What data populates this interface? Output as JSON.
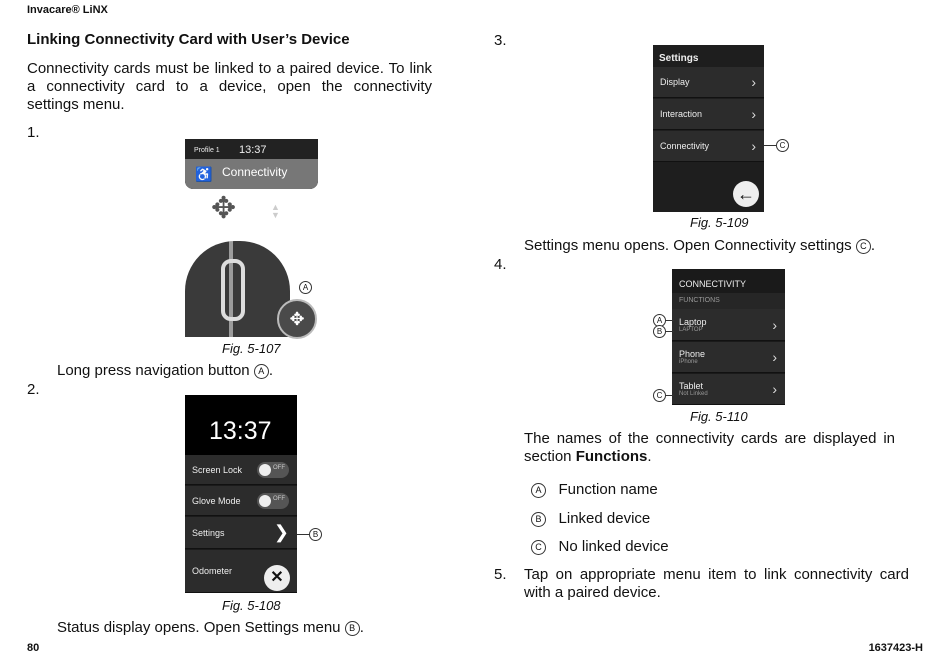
{
  "header": {
    "brand": "Invacare® LiNX"
  },
  "footer": {
    "page": "80",
    "doc_id": "1637423-H"
  },
  "section": {
    "title": "Linking Connectivity Card with User’s Device",
    "intro": "Connectivity cards must be linked to a paired device. To link a connectivity card to a device, open the connectivity settings menu."
  },
  "steps": [
    {
      "num": "1.",
      "caption": "Fig. 5-107",
      "text_before": "Long press navigation button ",
      "marker": "A",
      "text_after": "."
    },
    {
      "num": "2.",
      "caption": "Fig. 5-108",
      "text_before": "Status display opens. Open Settings menu ",
      "marker": "B",
      "text_after": "."
    },
    {
      "num": "3.",
      "caption": "Fig. 5-109",
      "text_before": "Settings menu opens. Open Connectivity settings ",
      "marker": "C",
      "text_after": "."
    },
    {
      "num": "4.",
      "caption": "Fig. 5-110",
      "text": "The names of the connectivity cards are displayed in section ",
      "bold": "Functions",
      "text_after": "."
    },
    {
      "num": "5.",
      "text": "Tap on appropriate menu item to link connectivity card with a paired device."
    }
  ],
  "legend": [
    {
      "marker": "A",
      "label": "Function name"
    },
    {
      "marker": "B",
      "label": "Linked device"
    },
    {
      "marker": "C",
      "label": "No linked device"
    }
  ],
  "fig107": {
    "profile": "Profile 1",
    "time": "13:37",
    "title": "Connectivity",
    "marker": "A"
  },
  "fig108": {
    "time": "13:37",
    "rows": [
      {
        "label": "Screen Lock",
        "toggle": "OFF"
      },
      {
        "label": "Glove Mode",
        "toggle": "OFF"
      },
      {
        "label": "Settings"
      },
      {
        "label": "Odometer"
      }
    ],
    "marker": "B"
  },
  "fig109": {
    "title": "Settings",
    "rows": [
      "Display",
      "Interaction",
      "Connectivity"
    ],
    "marker": "C"
  },
  "fig110": {
    "title": "CONNECTIVITY",
    "section": "FUNCTIONS",
    "rows": [
      {
        "name": "Laptop",
        "device": "LAPTOP"
      },
      {
        "name": "Phone",
        "device": "iPhone"
      },
      {
        "name": "Tablet",
        "device": "Not Linked"
      }
    ],
    "markers": [
      "A",
      "B",
      "C"
    ]
  }
}
